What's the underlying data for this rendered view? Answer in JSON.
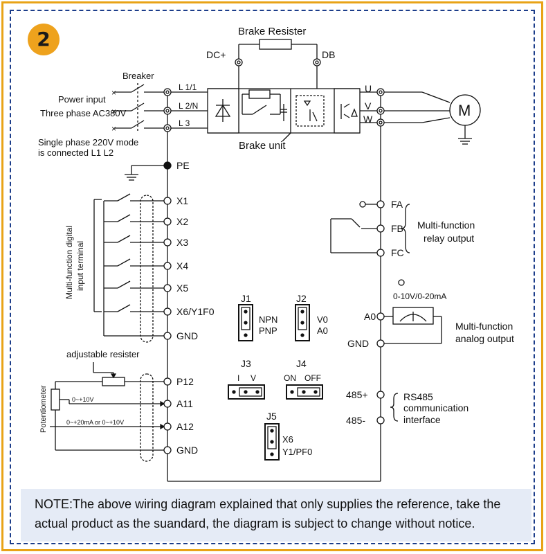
{
  "badge": "2",
  "labels": {
    "brake_resistor": "Brake Resister",
    "dc_plus": "DC+",
    "db": "DB",
    "breaker": "Breaker",
    "power_input": "Power input",
    "three_phase": "Three phase AC380V",
    "single_phase_1": "Single phase 220V mode",
    "single_phase_2": "is connected L1 L2",
    "brake_unit": "Brake unit",
    "motor": "M",
    "pe": "PE",
    "digital_input_1": "Multi-function digital",
    "digital_input_2": "input terminal",
    "adjustable_resister": "adjustable resister",
    "potentiometer": "Potentiometer",
    "range_a11": "0~+10V",
    "range_a12": "0~+20mA or 0~+10V",
    "relay_1": "Multi-function",
    "relay_2": "relay output",
    "analog_range": "0-10V/0-20mA",
    "analog_1": "Multi-function",
    "analog_2": "analog output",
    "rs485_1": "RS485",
    "rs485_2": "communication",
    "rs485_3": "interface"
  },
  "terminals": {
    "l1": "L 1/1",
    "l2": "L 2/N",
    "l3": "L 3",
    "u": "U",
    "v": "V",
    "w": "W",
    "x1": "X1",
    "x2": "X2",
    "x3": "X3",
    "x4": "X4",
    "x5": "X5",
    "x6": "X6/Y1F0",
    "gnd_left_1": "GND",
    "p12": "P12",
    "a11": "A11",
    "a12": "A12",
    "gnd_left_2": "GND",
    "fa": "FA",
    "fb": "FB",
    "fc": "FC",
    "a0": "A0",
    "gnd_right": "GND",
    "rs485_plus": "485+",
    "rs485_minus": "485-"
  },
  "jumpers": {
    "j1": {
      "name": "J1",
      "opt1": "NPN",
      "opt2": "PNP"
    },
    "j2": {
      "name": "J2",
      "opt1": "V0",
      "opt2": "A0"
    },
    "j3": {
      "name": "J3",
      "opt1": "I",
      "opt2": "V"
    },
    "j4": {
      "name": "J4",
      "opt1": "ON",
      "opt2": "OFF"
    },
    "j5": {
      "name": "J5",
      "opt1": "X6",
      "opt2": "Y1/PF0"
    }
  },
  "note": "NOTE:The above wiring diagram explained that only supplies the reference, take the actual product as the suandard, the diagram is subject to change without notice.",
  "colors": {
    "frame": "#e8a317",
    "inner_border": "#1c3d8a",
    "badge": "#eea21d",
    "note_bg": "#e5ebf6"
  }
}
